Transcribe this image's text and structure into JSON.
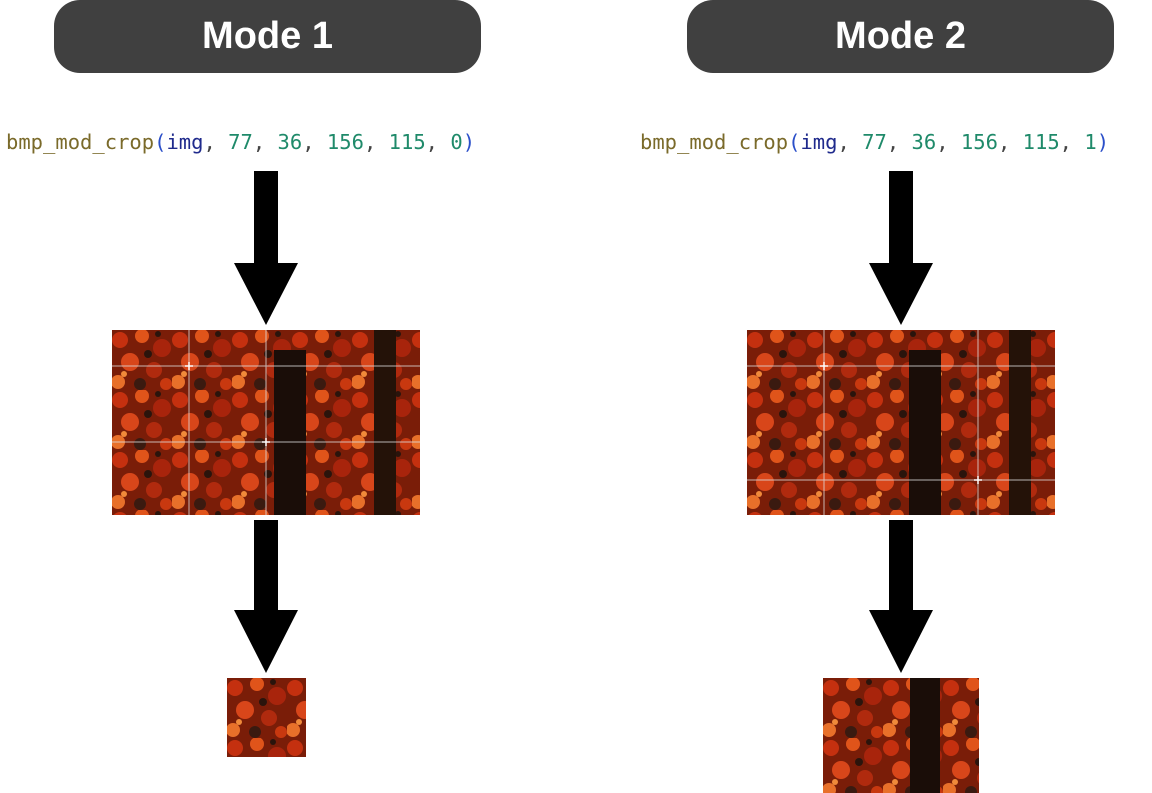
{
  "modes": [
    {
      "title": "Mode 1",
      "code": {
        "function": "bmp_mod_crop",
        "open_paren": "(",
        "args": [
          "img",
          "77",
          "36",
          "156",
          "115",
          "0"
        ],
        "close_paren": ")"
      }
    },
    {
      "title": "Mode 2",
      "code": {
        "function": "bmp_mod_crop",
        "open_paren": "(",
        "args": [
          "img",
          "77",
          "36",
          "156",
          "115",
          "1"
        ],
        "close_paren": ")"
      }
    }
  ],
  "colors": {
    "pill_bg": "#404040",
    "pill_text": "#ffffff",
    "function_name": "#7a6a2a",
    "identifier": "#1f2a8c",
    "number": "#1f8a6a",
    "arrow": "#000000"
  },
  "images": {
    "source": "autumn-leaves-with-grid-photo",
    "result": "cropped-autumn-leaves-photo"
  }
}
